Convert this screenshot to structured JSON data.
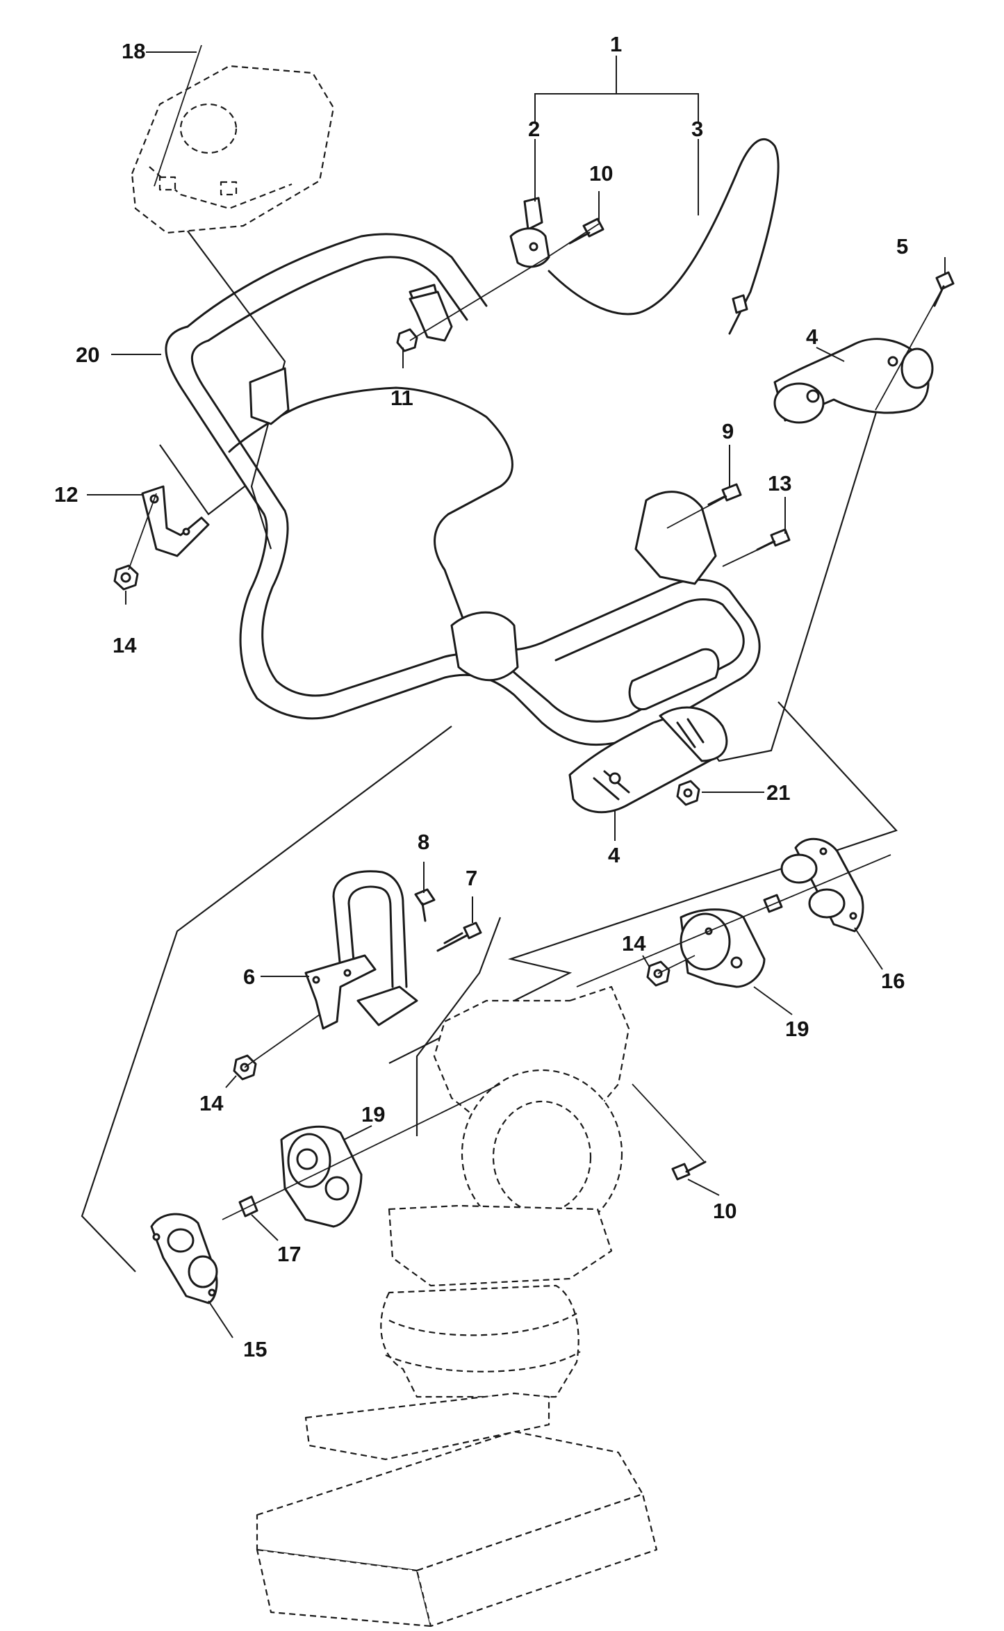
{
  "callouts": {
    "c1": "1",
    "c2": "2",
    "c3": "3",
    "c4a": "4",
    "c4b": "4",
    "c5": "5",
    "c6": "6",
    "c7": "7",
    "c8": "8",
    "c9": "9",
    "c10a": "10",
    "c10b": "10",
    "c11": "11",
    "c12": "12",
    "c13": "13",
    "c14a": "14",
    "c14b": "14",
    "c14c": "14",
    "c15": "15",
    "c16": "16",
    "c17": "17",
    "c18": "18",
    "c19a": "19",
    "c19b": "19",
    "c20": "20",
    "c21": "21"
  }
}
